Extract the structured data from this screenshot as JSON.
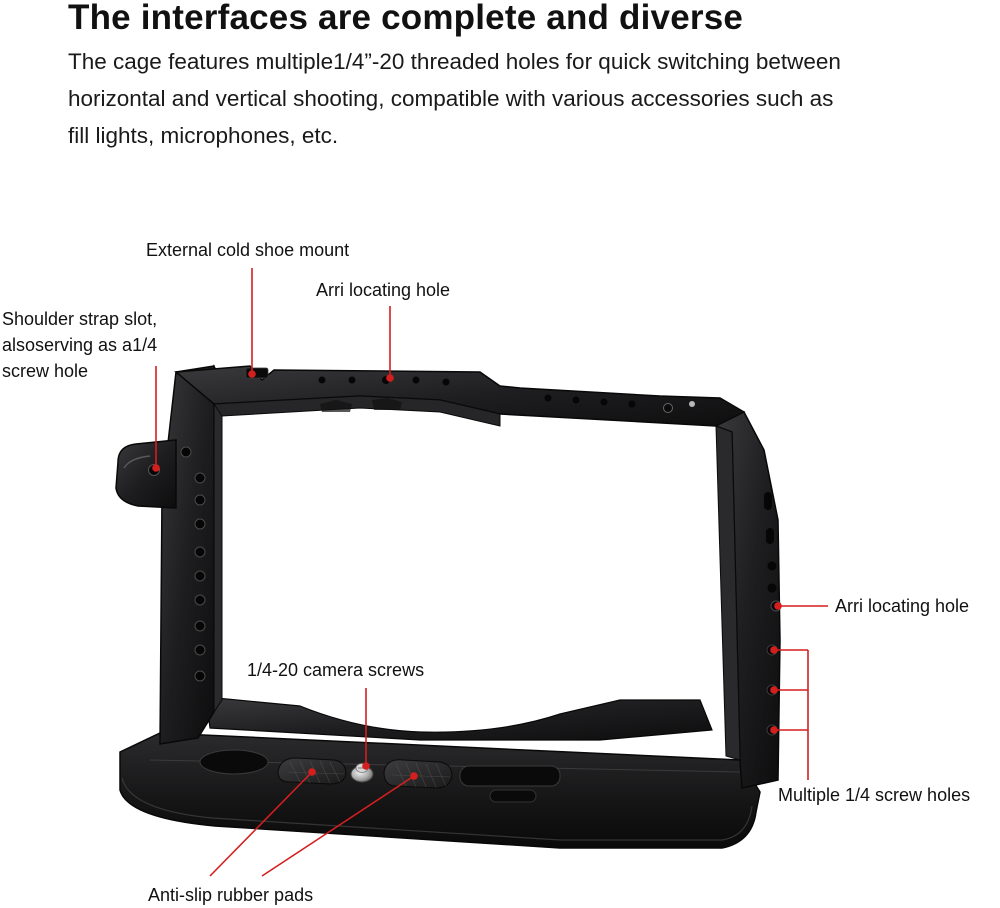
{
  "header": {
    "title": "The interfaces are complete and diverse",
    "description_lines": [
      "The cage features multiple1/4”-20 threaded holes for quick switching between",
      "horizontal and vertical shooting, compatible with various accessories such as",
      "fill lights, microphones, etc."
    ]
  },
  "callouts": {
    "cold_shoe": "External cold shoe mount",
    "arri_top": "Arri locating hole",
    "shoulder_strap_lines": [
      "Shoulder strap slot,",
      "alsoserving as a1/4",
      "screw hole"
    ],
    "arri_side": "Arri locating hole",
    "camera_screws": "1/4-20 camera screws",
    "multi_screw_holes": "Multiple 1/4 screw holes",
    "rubber_pads": "Anti-slip rubber pads"
  },
  "colors": {
    "leader_line": "#d41f1f",
    "cage_body": "#1b1b1c",
    "text": "#111111"
  }
}
